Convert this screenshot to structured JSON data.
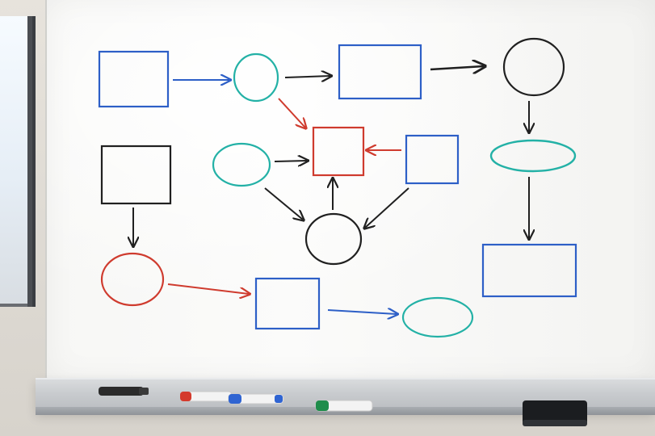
{
  "scene": {
    "description_key": "whiteboard-flowchart-sketch",
    "colors": {
      "blue": "#2d5fc7",
      "black": "#202020",
      "red": "#cf3b2e",
      "teal": "#23b1a6",
      "board": "#f7f7f5"
    },
    "icons": [
      "marker-black",
      "marker-red",
      "marker-blue",
      "marker-green",
      "eraser"
    ]
  }
}
